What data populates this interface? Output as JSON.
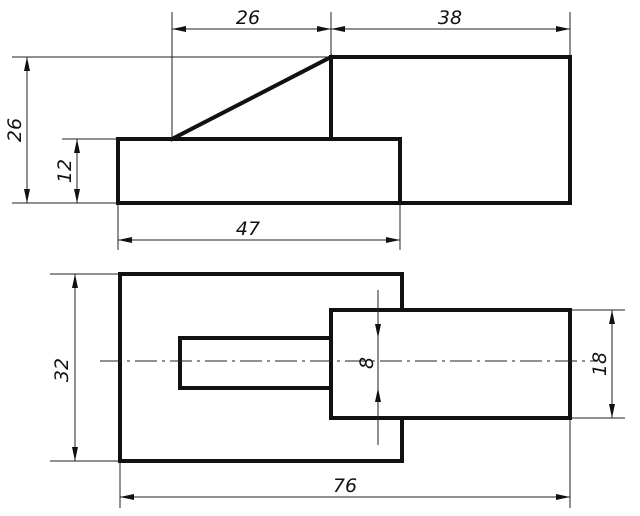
{
  "drawing": {
    "front_view": {
      "dim_top_left": "26",
      "dim_top_right": "38",
      "dim_height_overall": "26",
      "dim_height_base": "12",
      "dim_base_length": "47"
    },
    "top_view": {
      "dim_width": "32",
      "dim_slot": "8",
      "dim_boss_width": "18",
      "dim_length": "76"
    }
  }
}
